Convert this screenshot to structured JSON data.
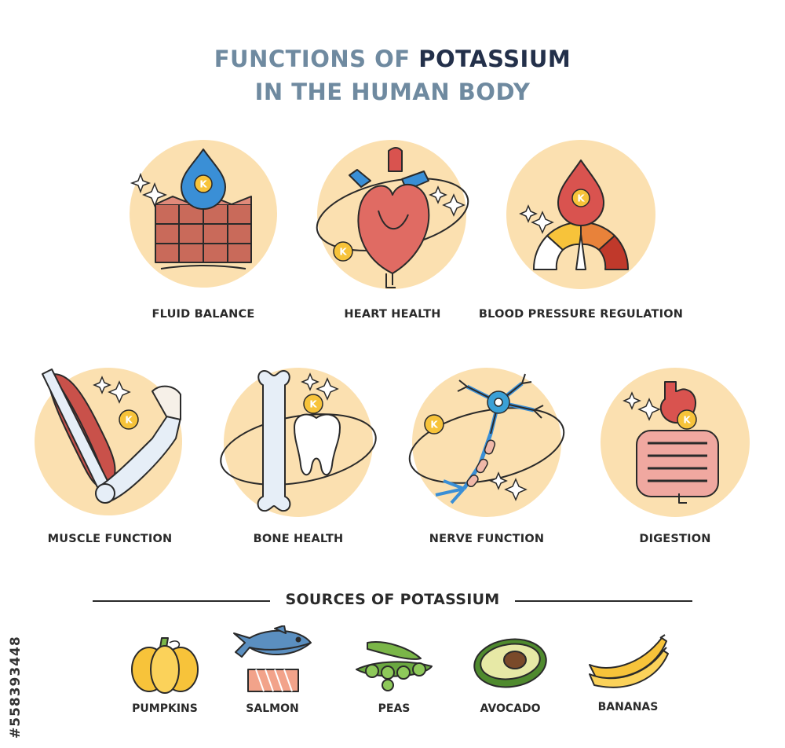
{
  "title": {
    "line1_prefix": "FUNCTIONS OF",
    "line1_highlight": "POTASSIUM",
    "line2": "IN THE HUMAN BODY"
  },
  "element_symbol": "K",
  "colors": {
    "circle_fill": "#fbe0b0",
    "title_muted": "#6f8aa0",
    "title_dark": "#23304a",
    "potassium_badge": "#f7c33a"
  },
  "functions": [
    {
      "label": "FLUID BALANCE",
      "icon": "water-drop-cells-icon"
    },
    {
      "label": "HEART HEALTH",
      "icon": "heart-icon"
    },
    {
      "label": "BLOOD PRESSURE REGULATION",
      "icon": "blood-pressure-gauge-icon"
    },
    {
      "label": "MUSCLE FUNCTION",
      "icon": "arm-muscle-icon"
    },
    {
      "label": "BONE HEALTH",
      "icon": "bone-tooth-icon"
    },
    {
      "label": "NERVE FUNCTION",
      "icon": "neuron-icon"
    },
    {
      "label": "DIGESTION",
      "icon": "stomach-intestine-icon"
    }
  ],
  "sources": {
    "title": "SOURCES OF POTASSIUM",
    "items": [
      {
        "label": "PUMPKINS",
        "icon": "pumpkin-icon"
      },
      {
        "label": "SALMON",
        "icon": "salmon-icon"
      },
      {
        "label": "PEAS",
        "icon": "peas-icon"
      },
      {
        "label": "AVOCADO",
        "icon": "avocado-icon"
      },
      {
        "label": "BANANAS",
        "icon": "banana-icon"
      }
    ]
  },
  "watermark_id": "#558393448"
}
